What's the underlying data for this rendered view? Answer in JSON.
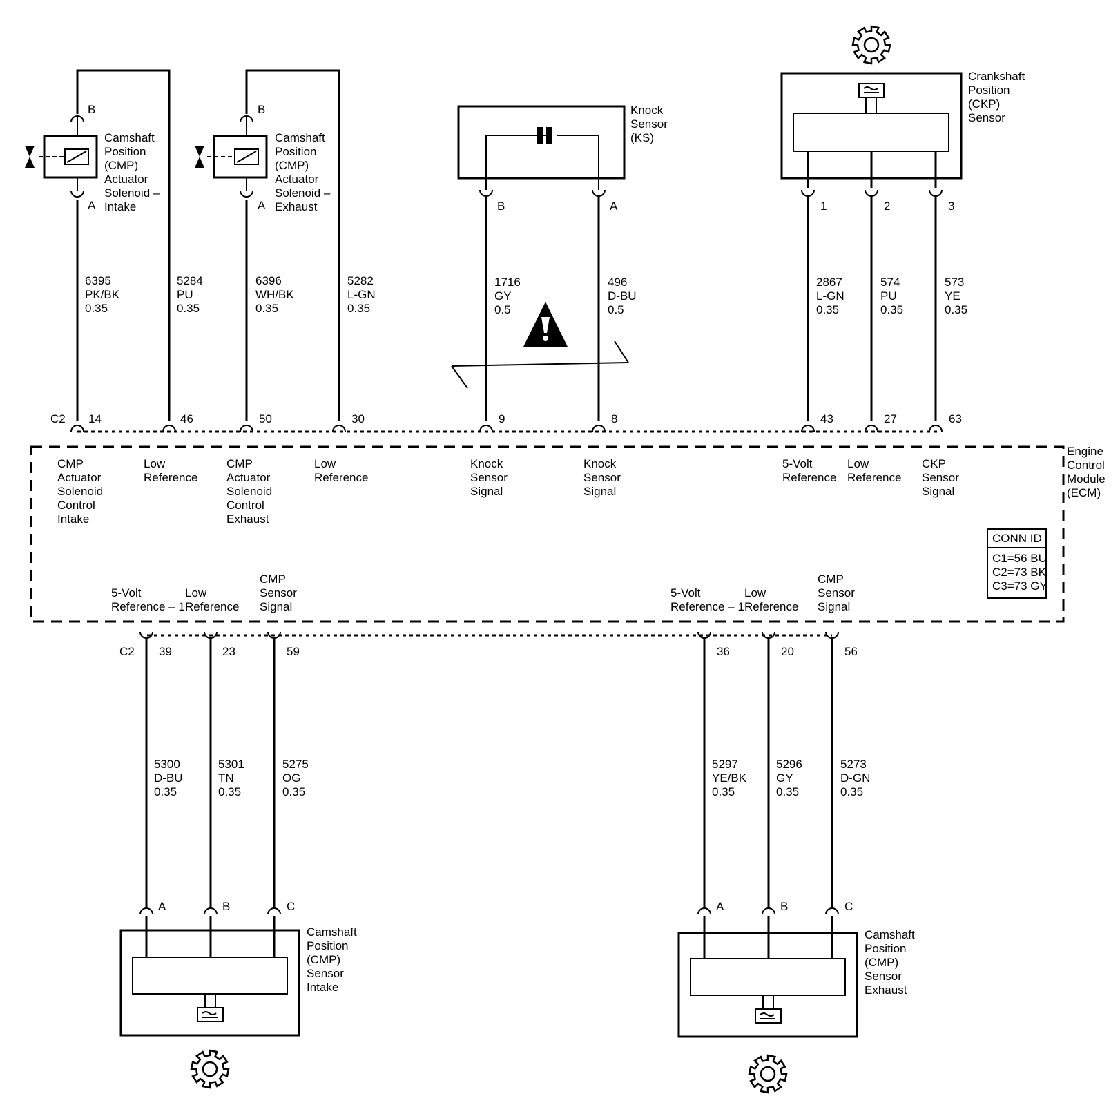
{
  "components": {
    "cmp_actuator_intake": {
      "label": [
        "Camshaft",
        "Position",
        "(CMP)",
        "Actuator",
        "Solenoid –",
        "Intake"
      ],
      "pin_top": "B",
      "pin_bottom": "A"
    },
    "cmp_actuator_exhaust": {
      "label": [
        "Camshaft",
        "Position",
        "(CMP)",
        "Actuator",
        "Solenoid –",
        "Exhaust"
      ],
      "pin_top": "B",
      "pin_bottom": "A"
    },
    "knock_sensor": {
      "label": [
        "Knock",
        "Sensor",
        "(KS)"
      ],
      "pin_left": "B",
      "pin_right": "A"
    },
    "ckp_sensor": {
      "label": [
        "Crankshaft",
        "Position",
        "(CKP)",
        "Sensor"
      ],
      "pins": [
        "1",
        "2",
        "3"
      ]
    },
    "cmp_sensor_intake": {
      "label": [
        "Camshaft",
        "Position",
        "(CMP)",
        "Sensor",
        "Intake"
      ],
      "pins": [
        "A",
        "B",
        "C"
      ]
    },
    "cmp_sensor_exhaust": {
      "label": [
        "Camshaft",
        "Position",
        "(CMP)",
        "Sensor",
        "Exhaust"
      ],
      "pins": [
        "A",
        "B",
        "C"
      ]
    }
  },
  "ecm": {
    "label": [
      "Engine",
      "Control",
      "Module",
      "(ECM)"
    ],
    "connector_top": "C2",
    "connector_bottom": "C2",
    "conn_id_title": "CONN ID",
    "conn_id_rows": [
      "C1=56 BU",
      "C2=73 BK",
      "C3=73 GY"
    ]
  },
  "top_wires": [
    {
      "circuit": "6395",
      "color": "PK/BK",
      "gauge": "0.35",
      "pin": "14",
      "function": [
        "CMP",
        "Actuator",
        "Solenoid",
        "Control",
        "Intake"
      ]
    },
    {
      "circuit": "5284",
      "color": "PU",
      "gauge": "0.35",
      "pin": "46",
      "function": [
        "Low",
        "Reference"
      ]
    },
    {
      "circuit": "6396",
      "color": "WH/BK",
      "gauge": "0.35",
      "pin": "50",
      "function": [
        "CMP",
        "Actuator",
        "Solenoid",
        "Control",
        "Exhaust"
      ]
    },
    {
      "circuit": "5282",
      "color": "L-GN",
      "gauge": "0.35",
      "pin": "30",
      "function": [
        "Low",
        "Reference"
      ]
    },
    {
      "circuit": "1716",
      "color": "GY",
      "gauge": "0.5",
      "pin": "9",
      "function": [
        "Knock",
        "Sensor",
        "Signal"
      ]
    },
    {
      "circuit": "496",
      "color": "D-BU",
      "gauge": "0.5",
      "pin": "8",
      "function": [
        "Knock",
        "Sensor",
        "Signal"
      ]
    },
    {
      "circuit": "2867",
      "color": "L-GN",
      "gauge": "0.35",
      "pin": "43",
      "function": [
        "5-Volt",
        "Reference"
      ]
    },
    {
      "circuit": "574",
      "color": "PU",
      "gauge": "0.35",
      "pin": "27",
      "function": [
        "Low",
        "Reference"
      ]
    },
    {
      "circuit": "573",
      "color": "YE",
      "gauge": "0.35",
      "pin": "63",
      "function": [
        "CKP",
        "Sensor",
        "Signal"
      ]
    }
  ],
  "bottom_wires": [
    {
      "circuit": "5300",
      "color": "D-BU",
      "gauge": "0.35",
      "pin": "39",
      "function": [
        "5-Volt",
        "Reference – 1"
      ]
    },
    {
      "circuit": "5301",
      "color": "TN",
      "gauge": "0.35",
      "pin": "23",
      "function": [
        "Low",
        "Reference"
      ]
    },
    {
      "circuit": "5275",
      "color": "OG",
      "gauge": "0.35",
      "pin": "59",
      "function": [
        "CMP",
        "Sensor",
        "Signal"
      ]
    },
    {
      "circuit": "5297",
      "color": "YE/BK",
      "gauge": "0.35",
      "pin": "36",
      "function": [
        "5-Volt",
        "Reference – 1"
      ]
    },
    {
      "circuit": "5296",
      "color": "GY",
      "gauge": "0.35",
      "pin": "20",
      "function": [
        "Low",
        "Reference"
      ]
    },
    {
      "circuit": "5273",
      "color": "D-GN",
      "gauge": "0.35",
      "pin": "56",
      "function": [
        "CMP",
        "Sensor",
        "Signal"
      ]
    }
  ],
  "icons": {
    "gear": "gear-icon",
    "warning": "warning-icon",
    "magnet": "magnet-icon",
    "solenoid": "solenoid-icon",
    "piezo": "piezo-icon"
  }
}
